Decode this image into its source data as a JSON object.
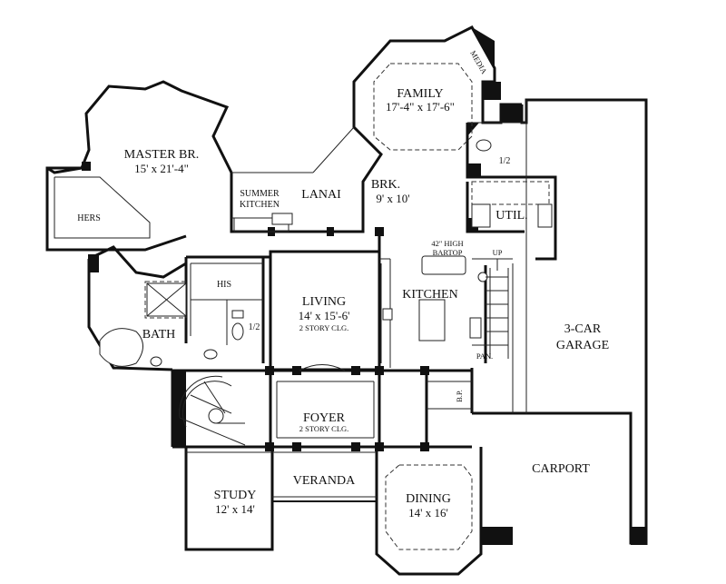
{
  "rooms": {
    "family": {
      "name": "FAMILY",
      "size": "17'-4\" x 17'-6\""
    },
    "media": {
      "name": "MEDIA"
    },
    "master": {
      "name": "MASTER BR.",
      "size": "15' x 21'-4\""
    },
    "hers": {
      "name": "HERS"
    },
    "his": {
      "name": "HIS"
    },
    "summer_kitchen": {
      "line1": "SUMMER",
      "line2": "KITCHEN"
    },
    "lanai": {
      "name": "LANAI"
    },
    "brk": {
      "name": "BRK.",
      "size": "9' x 10'"
    },
    "half_bath_top": {
      "name": "1/2"
    },
    "util": {
      "name": "UTIL."
    },
    "bartop": {
      "line1": "42\" HIGH",
      "line2": "BARTOP"
    },
    "up": {
      "name": "UP"
    },
    "living": {
      "name": "LIVING",
      "size": "14' x 15'-6'",
      "note": "2 STORY CLG."
    },
    "kitchen": {
      "name": "KITCHEN"
    },
    "half_bath_mid": {
      "name": "1/2"
    },
    "bath": {
      "name": "BATH"
    },
    "pan": {
      "name": "PAN."
    },
    "garage": {
      "line1": "3-CAR",
      "line2": "GARAGE"
    },
    "bp": {
      "name": "B.P."
    },
    "foyer": {
      "name": "FOYER",
      "note": "2 STORY CLG."
    },
    "carport": {
      "name": "CARPORT"
    },
    "veranda": {
      "name": "VERANDA"
    },
    "study": {
      "name": "STUDY",
      "size": "12' x 14'"
    },
    "dining": {
      "name": "DINING",
      "size": "14' x 16'"
    }
  }
}
